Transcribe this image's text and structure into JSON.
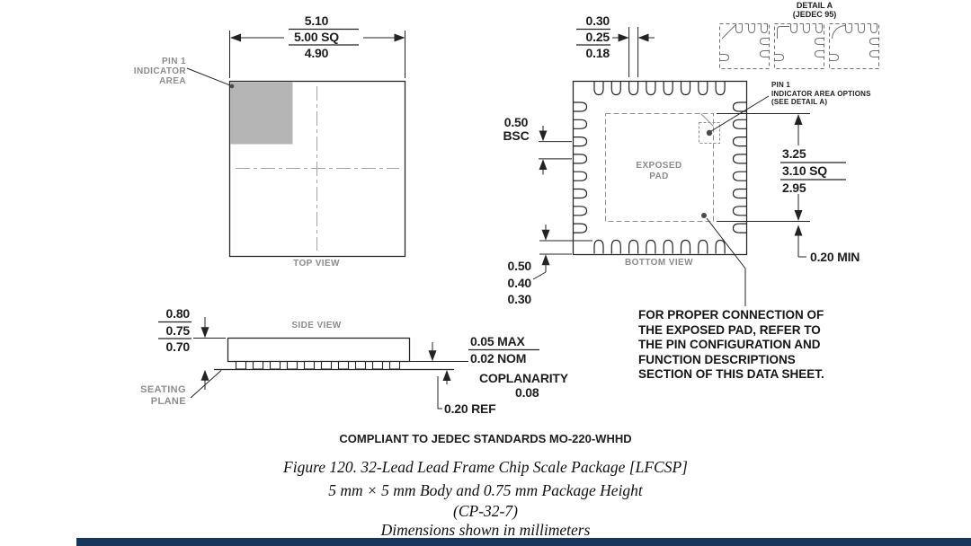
{
  "top_view": {
    "label": "TOP VIEW",
    "pin1_label": "PIN 1\nINDICATOR\nAREA",
    "body_width": {
      "max": "5.10",
      "nom": "5.00 SQ",
      "min": "4.90"
    }
  },
  "bottom_view": {
    "label": "BOTTOM VIEW",
    "exposed_pad_label": "EXPOSED\nPAD",
    "pin1_options_label": "PIN 1\nINDICATOR AREA OPTIONS\n(SEE DETAIL A)",
    "lead_width": {
      "max": "0.30",
      "nom": "0.25",
      "min": "0.18"
    },
    "lead_pitch": {
      "value": "0.50",
      "qualifier": "BSC"
    },
    "lead_length": {
      "max": "0.50",
      "nom": "0.40",
      "min": "0.30"
    },
    "exposed_pad_size": {
      "max": "3.25",
      "nom": "3.10 SQ",
      "min": "2.95"
    },
    "pad_keepout": "0.20 MIN"
  },
  "detail_a": {
    "title": "DETAIL A",
    "subtitle": "(JEDEC 95)"
  },
  "side_view": {
    "label": "SIDE VIEW",
    "height": {
      "max": "0.80",
      "nom": "0.75",
      "min": "0.70"
    },
    "seating_plane_label": "SEATING\nPLANE",
    "standoff": {
      "max": "0.05 MAX",
      "nom": "0.02 NOM"
    },
    "coplanarity_label": "COPLANARITY",
    "coplanarity_value": "0.08",
    "lead_thickness": "0.20 REF"
  },
  "note": "FOR PROPER CONNECTION OF\nTHE EXPOSED PAD, REFER TO\nTHE PIN CONFIGURATION AND\nFUNCTION DESCRIPTIONS\nSECTION OF THIS DATA SHEET.",
  "figure": {
    "compliance": "COMPLIANT TO JEDEC STANDARDS MO-220-WHHD",
    "caption_line1": "Figure 120. 32-Lead Lead Frame Chip Scale Package [LFCSP]",
    "caption_line2": "5 mm × 5 mm Body and 0.75 mm Package Height",
    "caption_line3": "(CP-32-7)",
    "caption_line4": "Dimensions shown in millimeters"
  },
  "colors": {
    "line": "#232323",
    "gray_label": "#8c8c8c",
    "pin1_fill": "#b5b5b5",
    "footer_bar": "#17365d"
  }
}
